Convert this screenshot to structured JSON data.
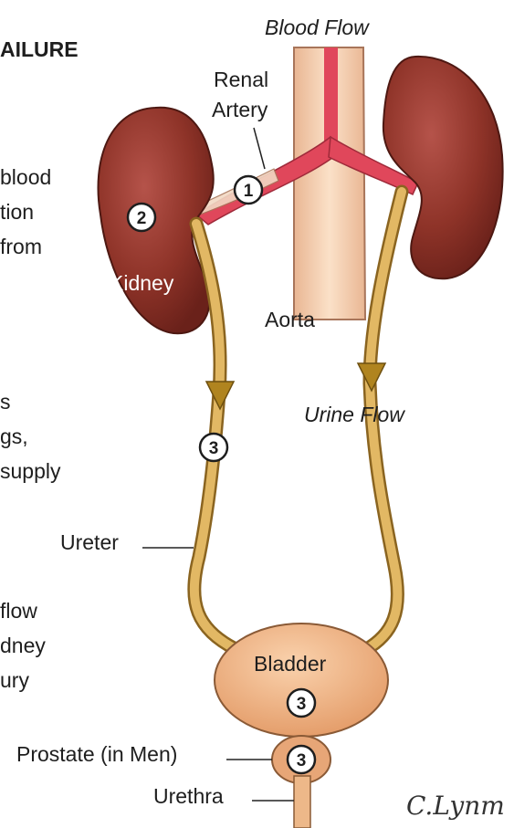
{
  "header": {
    "partial_title": "AILURE"
  },
  "left_text": {
    "block1": [
      "blood",
      "tion",
      "from"
    ],
    "block2": [
      "s",
      "gs,",
      "supply"
    ],
    "block3": [
      "flow",
      "dney",
      "ury"
    ]
  },
  "labels": {
    "blood_flow": "Blood Flow",
    "renal_artery_line1": "Renal",
    "renal_artery_line2": "Artery",
    "kidney": "Kidney",
    "aorta": "Aorta",
    "urine_flow": "Urine Flow",
    "ureter": "Ureter",
    "bladder": "Bladder",
    "prostate": "Prostate (in Men)",
    "urethra": "Urethra"
  },
  "markers": {
    "renal_artery": "1",
    "kidney": "2",
    "ureter": "3",
    "bladder": "3",
    "prostate": "3"
  },
  "signature": "C.Lynm",
  "colors": {
    "kidney": "#8e3328",
    "aorta": "#f4cdae",
    "artery": "#e0475b",
    "ureter": "#d4a648",
    "bladder": "#efb486",
    "arrow": "#b0841f"
  }
}
